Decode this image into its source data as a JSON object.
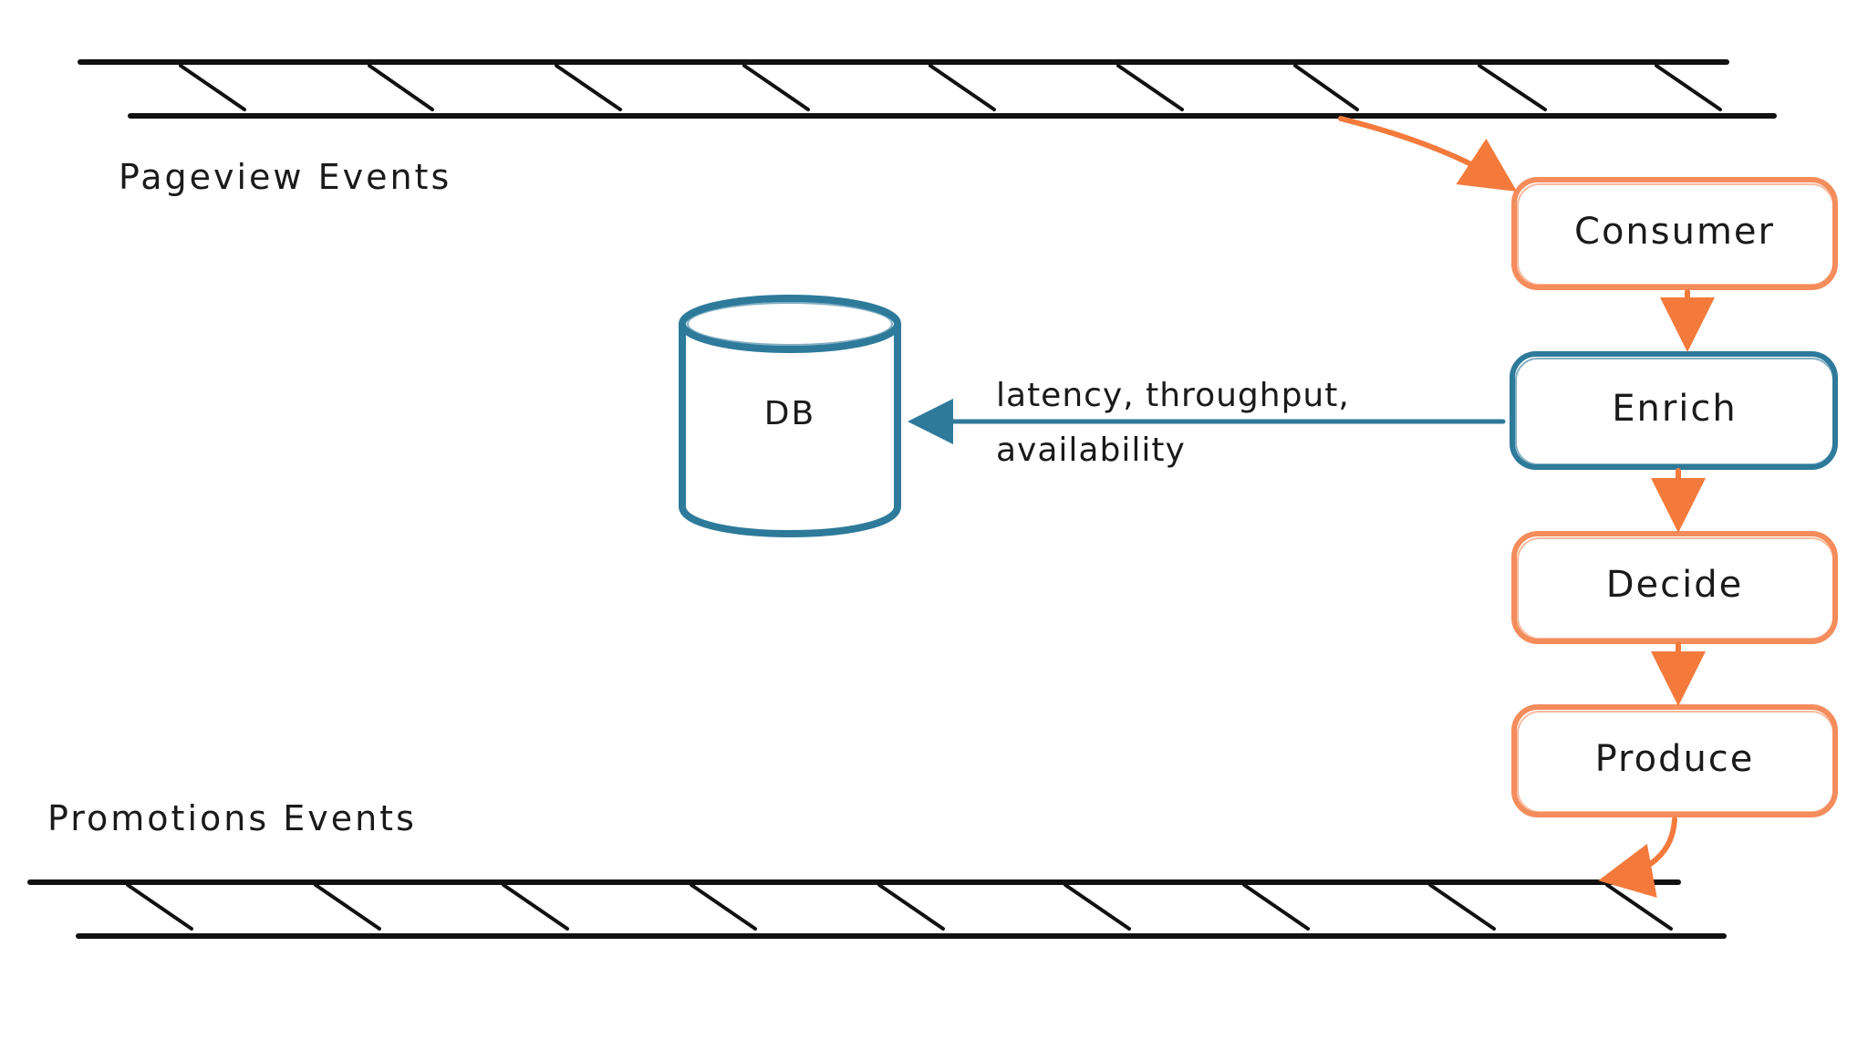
{
  "streams": {
    "top": {
      "label": "Pageview Events"
    },
    "bottom": {
      "label": "Promotions Events"
    }
  },
  "database": {
    "label": "DB"
  },
  "pipeline": {
    "steps": [
      {
        "id": "consumer",
        "label": "Consumer"
      },
      {
        "id": "enrich",
        "label": "Enrich"
      },
      {
        "id": "decide",
        "label": "Decide"
      },
      {
        "id": "produce",
        "label": "Produce"
      }
    ]
  },
  "db_link": {
    "line1": "latency, throughput,",
    "line2": "availability"
  },
  "colors": {
    "accent_orange": "#f47a3c",
    "box_orange": "#f48c5c",
    "accent_blue": "#2e7a9a",
    "ink": "#111111"
  }
}
